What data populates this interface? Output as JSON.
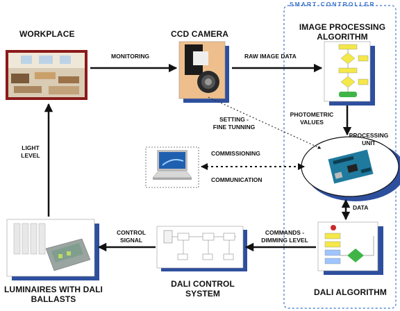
{
  "labels": {
    "smart_controller": "SMART CONTROLLER",
    "workplace": "WORKPLACE",
    "ccd_camera": "CCD  CAMERA",
    "image_processing_1": "IMAGE PROCESSING",
    "image_processing_2": "ALGORITHM",
    "monitoring": "MONITORING",
    "raw_image_data": "RAW IMAGE DATA",
    "photometric_1": "PHOTOMETRIC",
    "photometric_2": "VALUES",
    "processing_1": "PROCESSING",
    "processing_2": "UNIT",
    "setting_1": "SETTING -",
    "setting_2": "FINE TUNNING",
    "light_1": "LIGHT",
    "light_2": "LEVEL",
    "commissioning": "COMMISSIONING",
    "communication": "COMMUNICATION",
    "data": "DATA",
    "control_1": "CONTROL",
    "control_2": "SIGNAL",
    "commands_1": "COMMANDS -",
    "commands_2": "DIMMING LEVEL",
    "luminaires_1": "LUMINAIRES WITH DALI",
    "luminaires_2": "BALLASTS",
    "dali_control_1": "DALI CONTROL",
    "dali_control_2": "SYSTEM",
    "dali_algorithm": "DALI ALGORITHM"
  },
  "colors": {
    "accent": "#3b73c8",
    "shadow": "#2e4f9e",
    "flowchart_fill": "#f4e84a",
    "flowchart_green": "#3fb548",
    "arduino": "#1f7a9e"
  }
}
